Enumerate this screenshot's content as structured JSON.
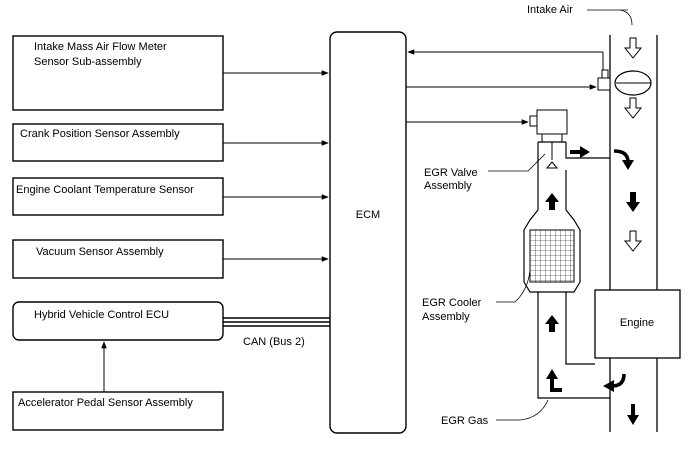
{
  "sensors": {
    "maf": [
      "Intake Mass Air Flow Meter",
      "Sensor Sub-assembly"
    ],
    "crank": "Crank Position Sensor Assembly",
    "coolant": "Engine Coolant Temperature Sensor",
    "vacuum": "Vacuum Sensor Assembly",
    "hv_ecu": "Hybrid Vehicle Control ECU",
    "accel": "Accelerator Pedal Sensor Assembly"
  },
  "ecm": "ECM",
  "can_bus": "CAN (Bus 2)",
  "labels": {
    "intake_air": "Intake Air",
    "egr_valve": [
      "EGR Valve",
      "Assembly"
    ],
    "egr_cooler": [
      "EGR Cooler",
      "Assembly"
    ],
    "egr_gas": "EGR Gas",
    "engine": "Engine"
  }
}
